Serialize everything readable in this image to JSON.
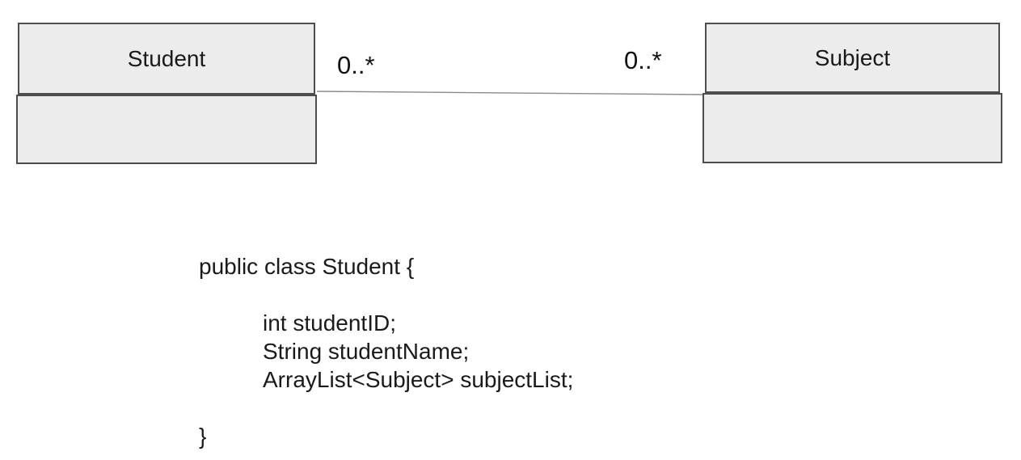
{
  "diagram": {
    "classes": [
      {
        "name": "Student"
      },
      {
        "name": "Subject"
      }
    ],
    "association": {
      "student_end_multiplicity": "0..*",
      "subject_end_multiplicity": "0..*"
    }
  },
  "code": {
    "lines": [
      "public class Student {",
      "",
      "\tint studentID;",
      "\tString studentName;",
      "\tArrayList<Subject> subjectList;",
      "",
      "}"
    ]
  },
  "colors": {
    "box_fill": "#ececec",
    "box_border": "#4d4d4d",
    "association_line": "#8a8a8a",
    "text": "#1a1a1a"
  }
}
